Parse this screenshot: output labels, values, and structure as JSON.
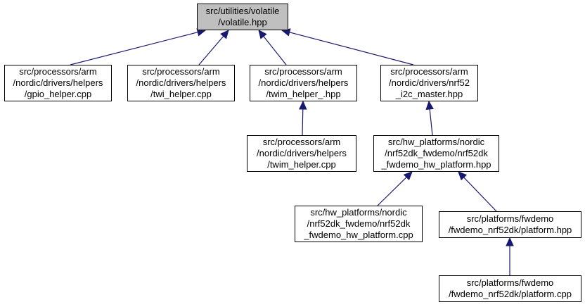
{
  "graph": {
    "colors": {
      "edge": "#191970",
      "node_border": "#000000",
      "root_fill": "#bfbfbf",
      "node_fill": "#ffffff"
    },
    "nodes": {
      "root": {
        "label": "src/utilities/volatile\n/volatile.hpp"
      },
      "gpio_helper": {
        "label": "src/processors/arm\n/nordic/drivers/helpers\n/gpio_helper.cpp"
      },
      "twi_helper": {
        "label": "src/processors/arm\n/nordic/drivers/helpers\n/twi_helper.cpp"
      },
      "twim_helper_hpp": {
        "label": "src/processors/arm\n/nordic/drivers/helpers\n/twim_helper_.hpp"
      },
      "nrf52_i2c_master": {
        "label": "src/processors/arm\n/nordic/drivers/nrf52\n_i2c_master.hpp"
      },
      "twim_helper_cpp": {
        "label": "src/processors/arm\n/nordic/drivers/helpers\n/twim_helper.cpp"
      },
      "hw_platform_hpp": {
        "label": "src/hw_platforms/nordic\n/nrf52dk_fwdemo/nrf52dk\n_fwdemo_hw_platform.hpp"
      },
      "hw_platform_cpp": {
        "label": "src/hw_platforms/nordic\n/nrf52dk_fwdemo/nrf52dk\n_fwdemo_hw_platform.cpp"
      },
      "platform_hpp": {
        "label": "src/platforms/fwdemo\n/fwdemo_nrf52dk/platform.hpp"
      },
      "platform_cpp": {
        "label": "src/platforms/fwdemo\n/fwdemo_nrf52dk/platform.cpp"
      }
    },
    "edges": [
      {
        "from": "gpio_helper",
        "to": "root"
      },
      {
        "from": "twi_helper",
        "to": "root"
      },
      {
        "from": "twim_helper_hpp",
        "to": "root"
      },
      {
        "from": "nrf52_i2c_master",
        "to": "root"
      },
      {
        "from": "twim_helper_cpp",
        "to": "twim_helper_hpp"
      },
      {
        "from": "hw_platform_hpp",
        "to": "nrf52_i2c_master"
      },
      {
        "from": "hw_platform_cpp",
        "to": "hw_platform_hpp"
      },
      {
        "from": "platform_hpp",
        "to": "hw_platform_hpp"
      },
      {
        "from": "platform_cpp",
        "to": "platform_hpp"
      }
    ]
  }
}
